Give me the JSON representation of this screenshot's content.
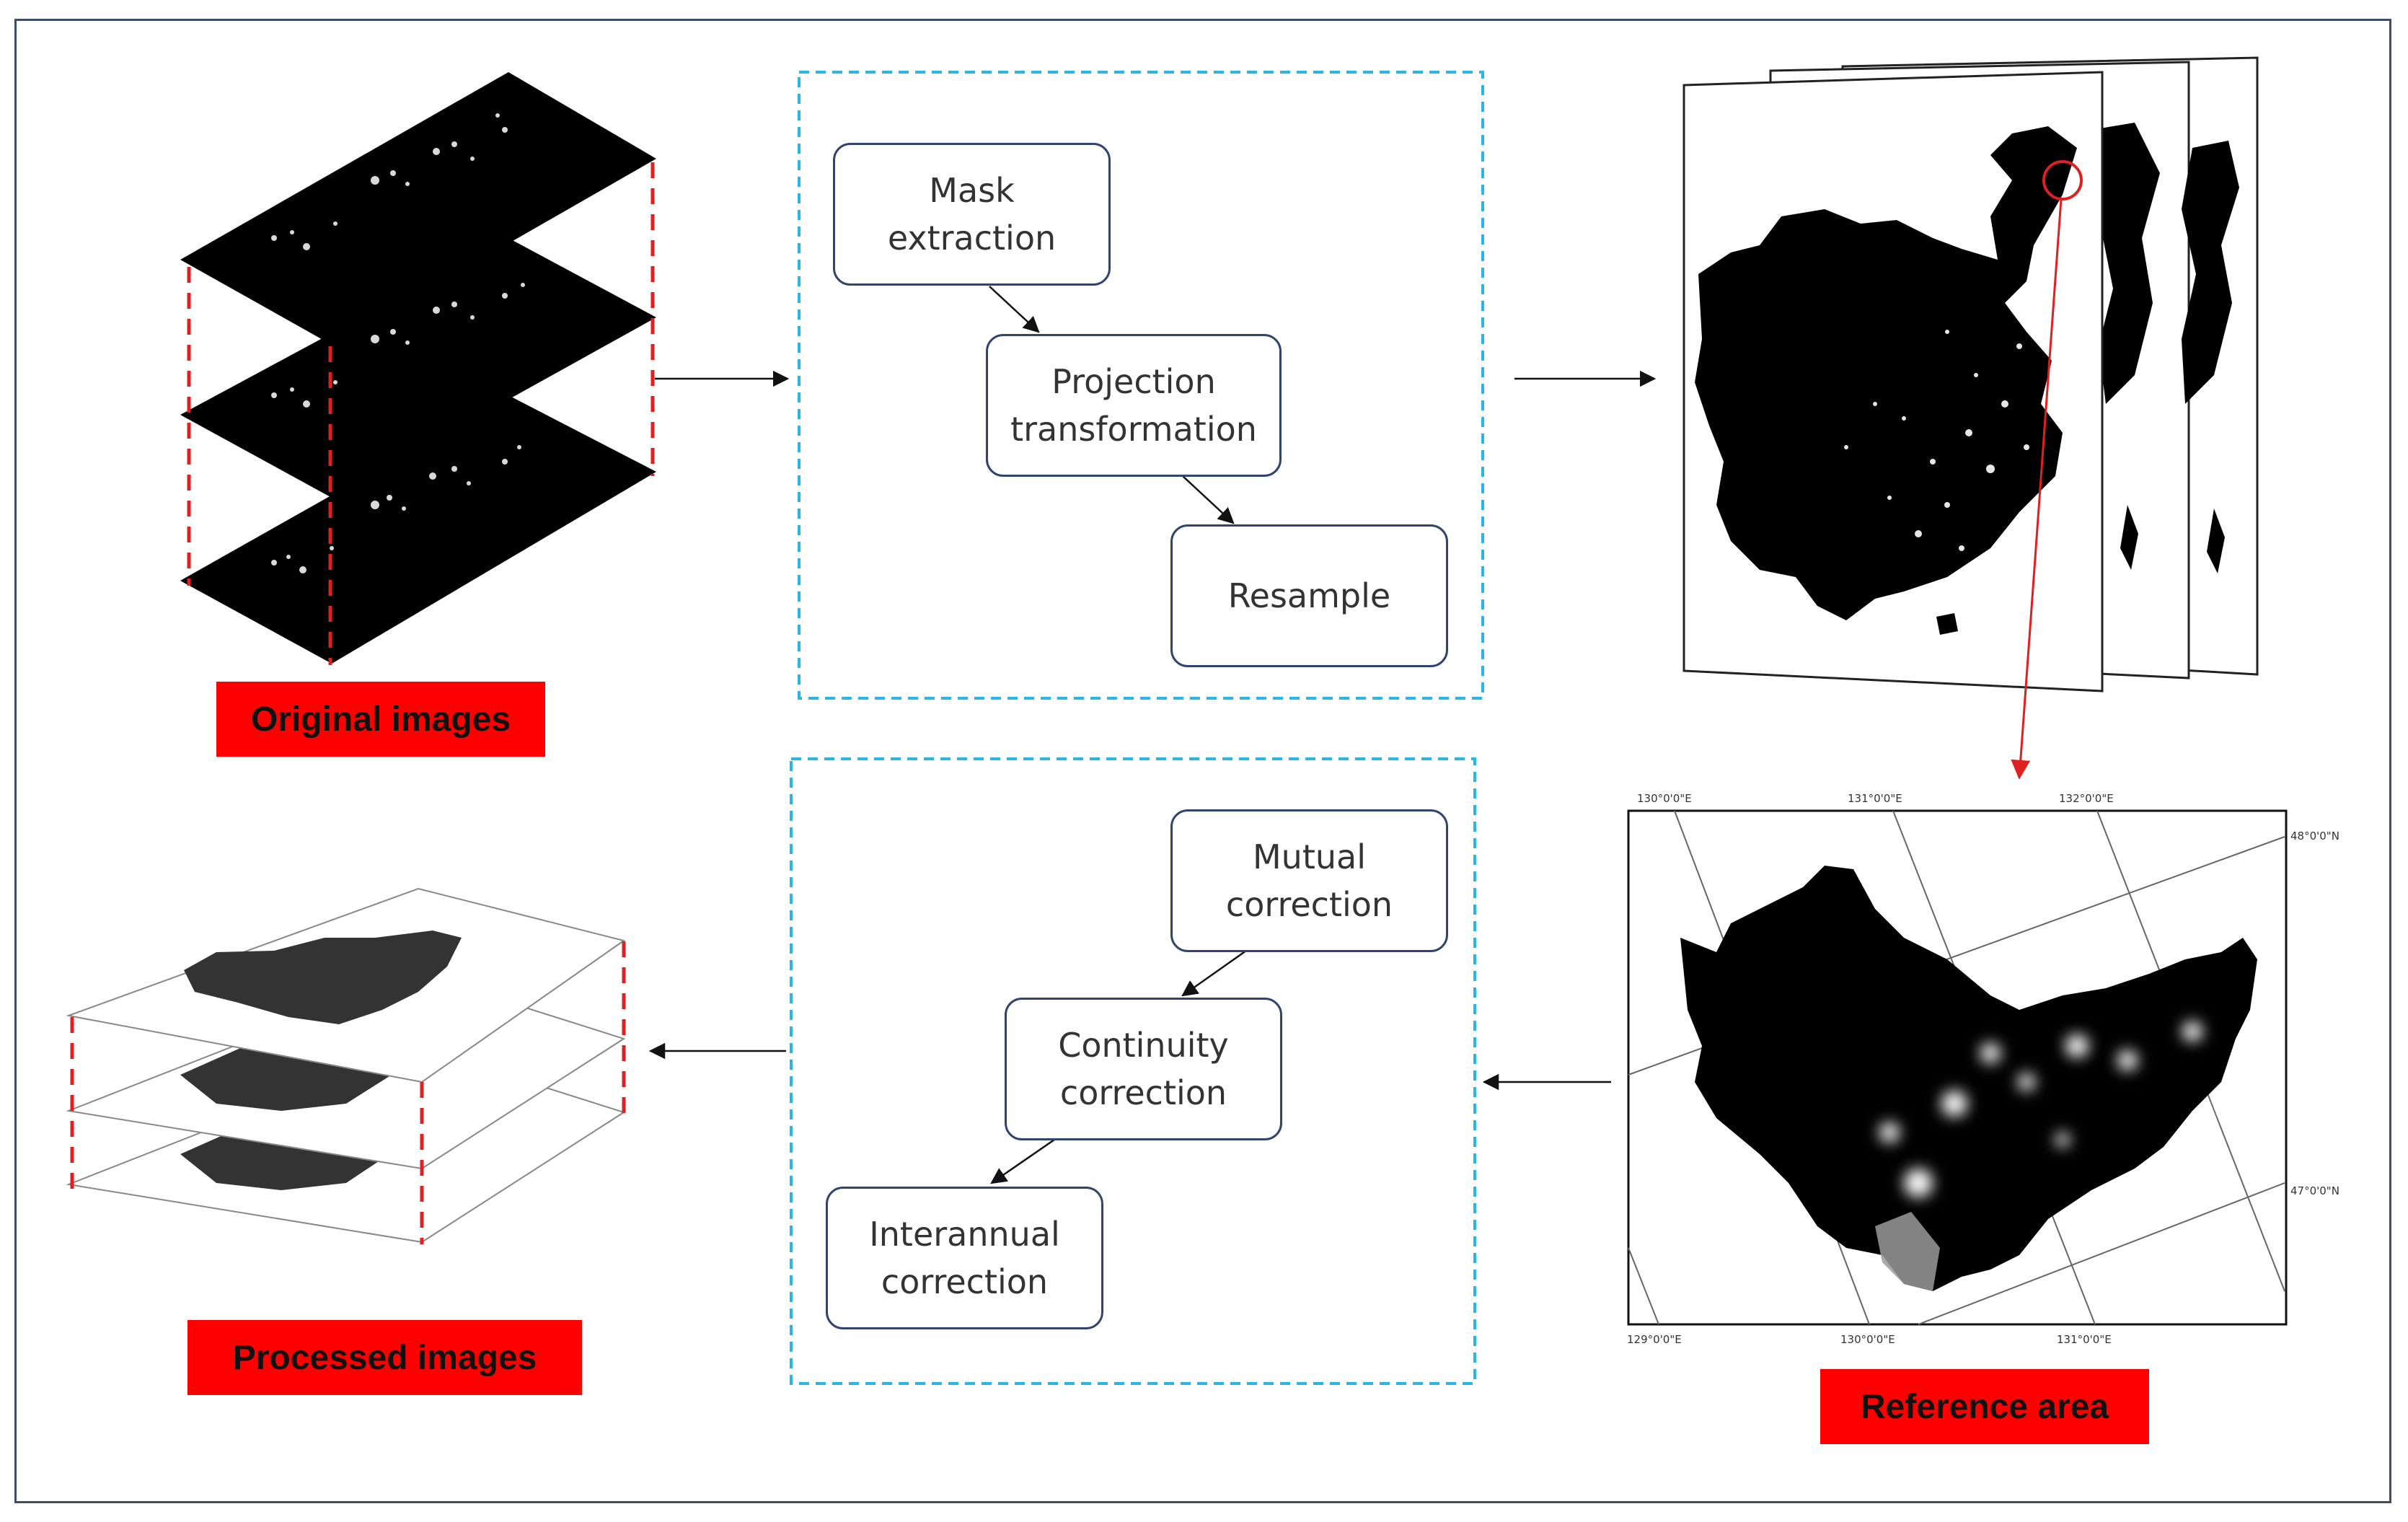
{
  "colors": {
    "frame": "#3e4d6e",
    "step_border": "#2f4470",
    "dashed_box": "#29b6e6",
    "label_bg": "#ff0000",
    "dashed_connector": "#e02020",
    "pointer": "#e02020"
  },
  "labels": {
    "original": "Original images",
    "processed": "Processed images",
    "reference": "Reference area"
  },
  "preprocess_steps": [
    "Mask\nextraction",
    "Projection\ntransformation",
    "Resample"
  ],
  "correction_steps": [
    "Mutual\ncorrection",
    "Continuity\ncorrection",
    "Interannual\ncorrection"
  ],
  "reference_map": {
    "lon_top": [
      "130°0'0\"E",
      "131°0'0\"E",
      "132°0'0\"E"
    ],
    "lon_bottom": [
      "129°0'0\"E",
      "130°0'0\"E",
      "131°0'0\"E"
    ],
    "lat_right": [
      "48°0'0\"N",
      "47°0'0\"N"
    ]
  }
}
